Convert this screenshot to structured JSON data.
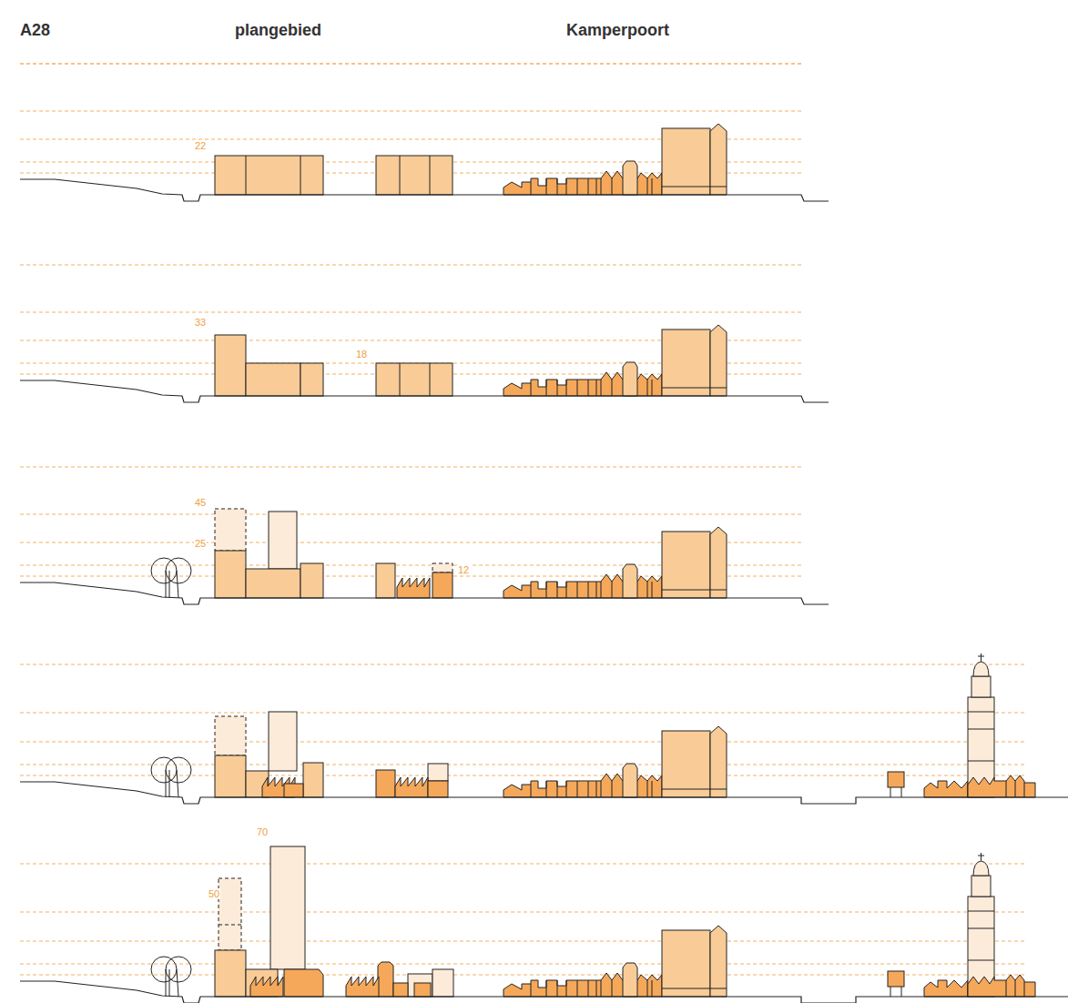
{
  "diagram": {
    "labels": [
      "A28",
      "plangebied",
      "Kamperpoort",
      "22",
      "33",
      "18",
      "45",
      "25",
      "12",
      "70",
      "50"
    ]
  }
}
